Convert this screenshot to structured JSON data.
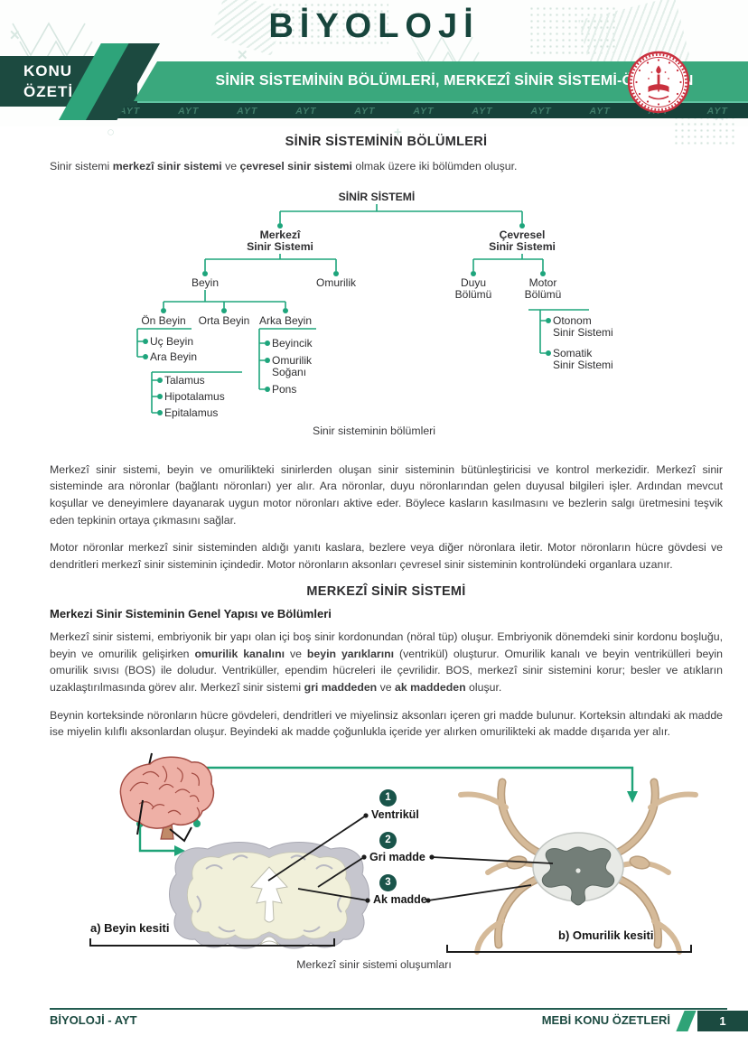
{
  "header": {
    "title": "BİYOLOJİ",
    "badge_line1": "KONU",
    "badge_line2": "ÖZETİ",
    "banner": "SİNİR SİSTEMİNİN BÖLÜMLERİ, MERKEZÎ SİNİR SİSTEMİ-ÖN BEYİN",
    "ayt_label": "AYT"
  },
  "content": {
    "h1": "SİNİR SİSTEMİNİN BÖLÜMLERİ",
    "p1": [
      {
        "t": "Sinir sistemi "
      },
      {
        "t": "merkezî sinir sistemi",
        "b": true
      },
      {
        "t": " ve "
      },
      {
        "t": "çevresel sinir sistemi",
        "b": true
      },
      {
        "t": " olmak üzere iki bölümden oluşur."
      }
    ],
    "tree": {
      "title": "SİNİR SİSTEMİ",
      "merkezi": "Merkezî\nSinir Sistemi",
      "cevresel": "Çevresel\nSinir Sistemi",
      "beyin": "Beyin",
      "omurilik": "Omurilik",
      "duyu": "Duyu\nBölümü",
      "motor": "Motor\nBölümü",
      "on_beyin": "Ön Beyin",
      "orta_beyin": "Orta Beyin",
      "arka_beyin": "Arka Beyin",
      "uc_beyin": "Uç Beyin",
      "ara_beyin": "Ara Beyin",
      "talamus": "Talamus",
      "hipotalamus": "Hipotalamus",
      "epitalamus": "Epitalamus",
      "beyincik": "Beyincik",
      "omurilik_sogani": "Omurilik\nSoğanı",
      "pons": "Pons",
      "otonom": "Otonom\nSinir Sistemi",
      "somatik": "Somatik\nSinir Sistemi",
      "caption": "Sinir sisteminin bölümleri"
    },
    "p2": [
      {
        "t": "Merkezî sinir sistemi, beyin ve omurilikteki sinirlerden oluşan sinir sisteminin bütünleştiricisi ve kontrol merkezidir. Merkezî sinir sisteminde ara nöronlar (bağlantı nöronları) yer alır. Ara nöronlar, duyu nöronlarından gelen duyusal bilgileri işler. Ardından mevcut koşullar ve deneyimlere dayanarak uygun motor nöronları aktive eder. Böylece kasların kasılmasını ve bezlerin salgı üretmesini teşvik eden tepkinin ortaya çıkmasını sağlar."
      }
    ],
    "p3": [
      {
        "t": "Motor nöronlar merkezî sinir sisteminden aldığı yanıtı kaslara, bezlere veya diğer nöronlara iletir. Motor nöronların hücre gövdesi ve dendritleri merkezî sinir sisteminin içindedir. Motor nöronların aksonları çevresel sinir sisteminin kontrolündeki organlara uzanır."
      }
    ],
    "h2": "MERKEZÎ SİNİR SİSTEMİ",
    "h3": "Merkezi Sinir Sisteminin Genel Yapısı ve Bölümleri",
    "p4": [
      {
        "t": "Merkezî sinir sistemi, embriyonik bir yapı olan içi boş sinir kordonundan (nöral tüp) oluşur. Embriyonik dönemdeki sinir kordonu boşluğu, beyin ve omurilik gelişirken "
      },
      {
        "t": "omurilik kanalını",
        "b": true
      },
      {
        "t": " ve "
      },
      {
        "t": "beyin yarıklarını",
        "b": true
      },
      {
        "t": " (ventrikül) oluşturur. Omurilik kanalı ve beyin ventrikülleri beyin omurilik sıvısı (BOS) ile doludur. Ventriküller, ependim hücreleri ile çevrilidir. BOS, merkezî sinir sistemini korur; besler ve atıkların uzaklaştırılmasında görev alır. Merkezî sinir sistemi "
      },
      {
        "t": "gri maddeden",
        "b": true
      },
      {
        "t": " ve "
      },
      {
        "t": "ak maddeden",
        "b": true
      },
      {
        "t": " oluşur."
      }
    ],
    "p5": [
      {
        "t": "Beynin korteksinde nöronların hücre gövdeleri, dendritleri ve miyelinsiz aksonları içeren gri madde bulunur. Korteksin altındaki ak madde ise miyelin kılıflı aksonlardan oluşur. Beyindeki ak madde çoğunlukla içeride yer alırken omurilikteki ak madde dışarıda yer alır."
      }
    ],
    "figure": {
      "legend": [
        {
          "num": "1",
          "label": "Ventrikül"
        },
        {
          "num": "2",
          "label": "Gri madde"
        },
        {
          "num": "3",
          "label": "Ak madde"
        }
      ],
      "label_a": "a) Beyin kesiti",
      "label_b": "b) Omurilik kesiti",
      "caption": "Merkezî sinir sistemi oluşumları"
    }
  },
  "footer": {
    "left": "BİYOLOJİ - AYT",
    "right": "MEBİ KONU ÖZETLERİ",
    "page": "1"
  },
  "colors": {
    "accent_green": "#3aa87d",
    "dark_teal": "#1b4a40",
    "tree_green": "#1ea57c",
    "logo_red": "#c9303e",
    "badge_teal": "#19544a"
  }
}
